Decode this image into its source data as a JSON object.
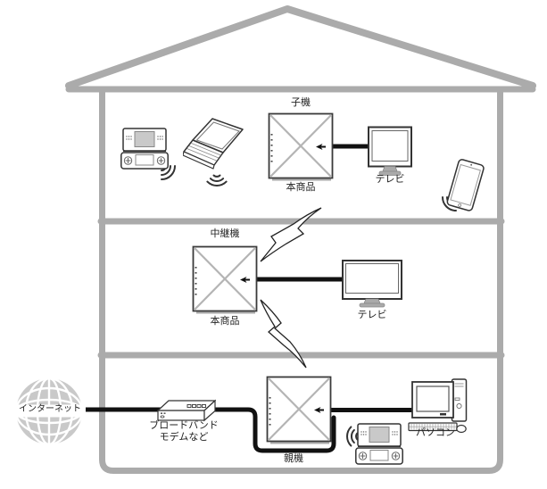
{
  "colors": {
    "house_line": "#ababab",
    "cable": "#111111",
    "device_outline": "#333333",
    "router_cross": "#b4b4b4",
    "globe_fill": "#c9c9c9",
    "ds_screen_fill": "#c9c9c9",
    "label_text": "#222222"
  },
  "floors": {
    "top": {
      "router_role_label": "子機",
      "router_product_label": "本商品",
      "tv_label": "テレビ"
    },
    "middle": {
      "router_role_label": "中継機",
      "router_product_label": "本商品",
      "tv_label": "テレビ"
    },
    "bottom": {
      "router_role_label": "親機",
      "internet_label": "インターネット",
      "modem_label_line1": "ブロードバンド",
      "modem_label_line2": "モデムなど",
      "pc_label": "パソコン"
    }
  },
  "icons": {
    "house-outline": "three-story house outline",
    "internet-globe-icon": "gray wireframe globe",
    "modem-icon": "broadband modem slab",
    "wifi-router-icon": "router box with X cross, LEDs and port arrow",
    "tv-icon": "flat-screen television",
    "desktop-pc-icon": "desktop computer with monitor, tower, keyboard, mouse",
    "handheld-game-console-icon": "dual-screen handheld game console",
    "laptop-icon": "laptop computer",
    "smartphone-icon": "smartphone",
    "wifi-waves-icon": "wireless signal arcs",
    "lightning-link-icon": "zigzag wireless link bolt",
    "ethernet-cable": "thick black LAN cable"
  }
}
